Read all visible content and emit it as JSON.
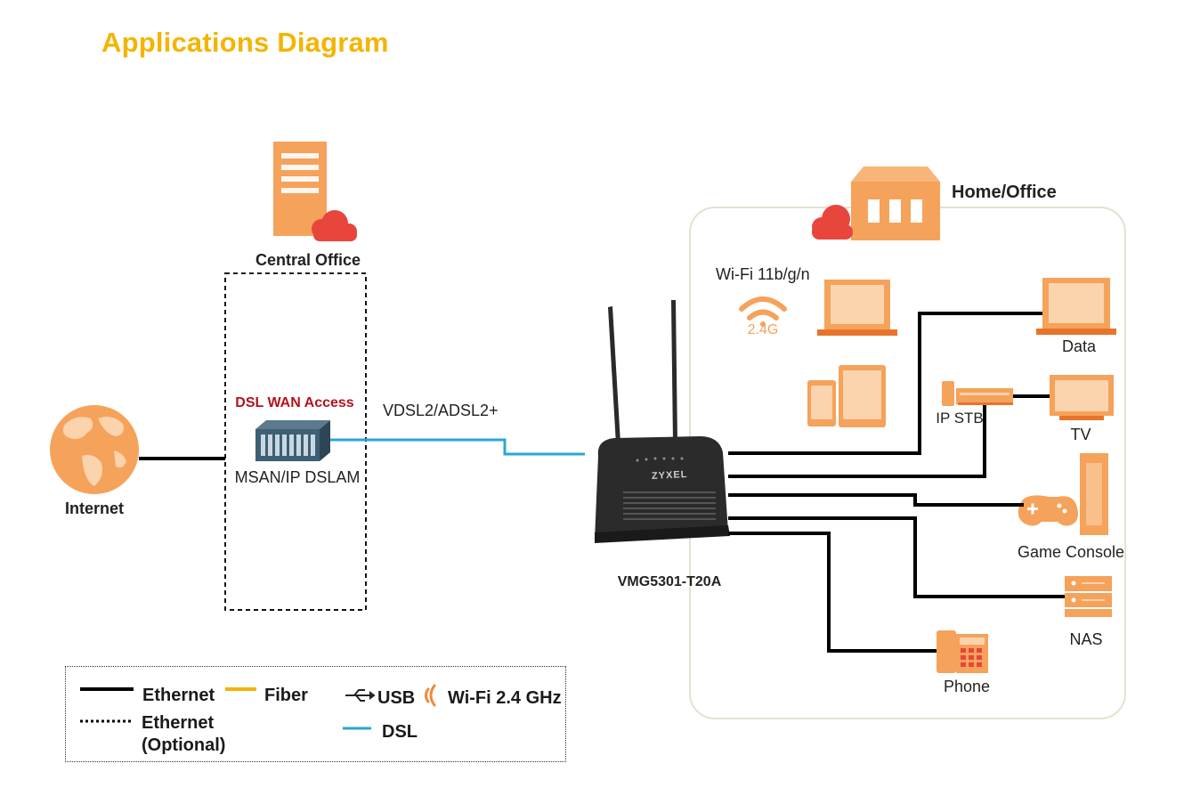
{
  "title": "Applications Diagram",
  "nodes": {
    "internet": "Internet",
    "central_office": "Central Office",
    "dsl_wan_access": "DSL WAN Access",
    "msan": "MSAN/IP DSLAM",
    "dsl_link": "VDSL2/ADSL2+",
    "router": "VMG5301-T20A",
    "router_brand": "ZYXEL",
    "home_office": "Home/Office",
    "wifi": "Wi-Fi 11b/g/n",
    "wifi_band": "2.4G",
    "data": "Data",
    "ip_stb": "IP STB",
    "tv": "TV",
    "game_console": "Game Console",
    "nas": "NAS",
    "phone": "Phone"
  },
  "legend": {
    "ethernet": "Ethernet",
    "fiber": "Fiber",
    "usb": "USB",
    "wifi": "Wi-Fi 2.4 GHz",
    "ethernet_optional_1": "Ethernet",
    "ethernet_optional_2": "(Optional)",
    "dsl": "DSL"
  },
  "colors": {
    "title": "#f4b400",
    "device_orange": "#f5a25b",
    "device_dark_orange": "#e8742c",
    "cloud_red": "#e8463c",
    "dsl_line": "#2aa6d6",
    "fiber_line": "#f4b400",
    "ethernet_line": "#000000",
    "accent_red_text": "#b5121b"
  },
  "icons": [
    "building-icon",
    "cloud-icon",
    "globe-icon",
    "dslam-icon",
    "router-icon",
    "wifi-icon",
    "laptop-icon",
    "tablet-icon",
    "settop-box-icon",
    "tv-icon",
    "gamepad-icon",
    "console-tower-icon",
    "nas-icon",
    "phone-icon",
    "usb-icon"
  ]
}
